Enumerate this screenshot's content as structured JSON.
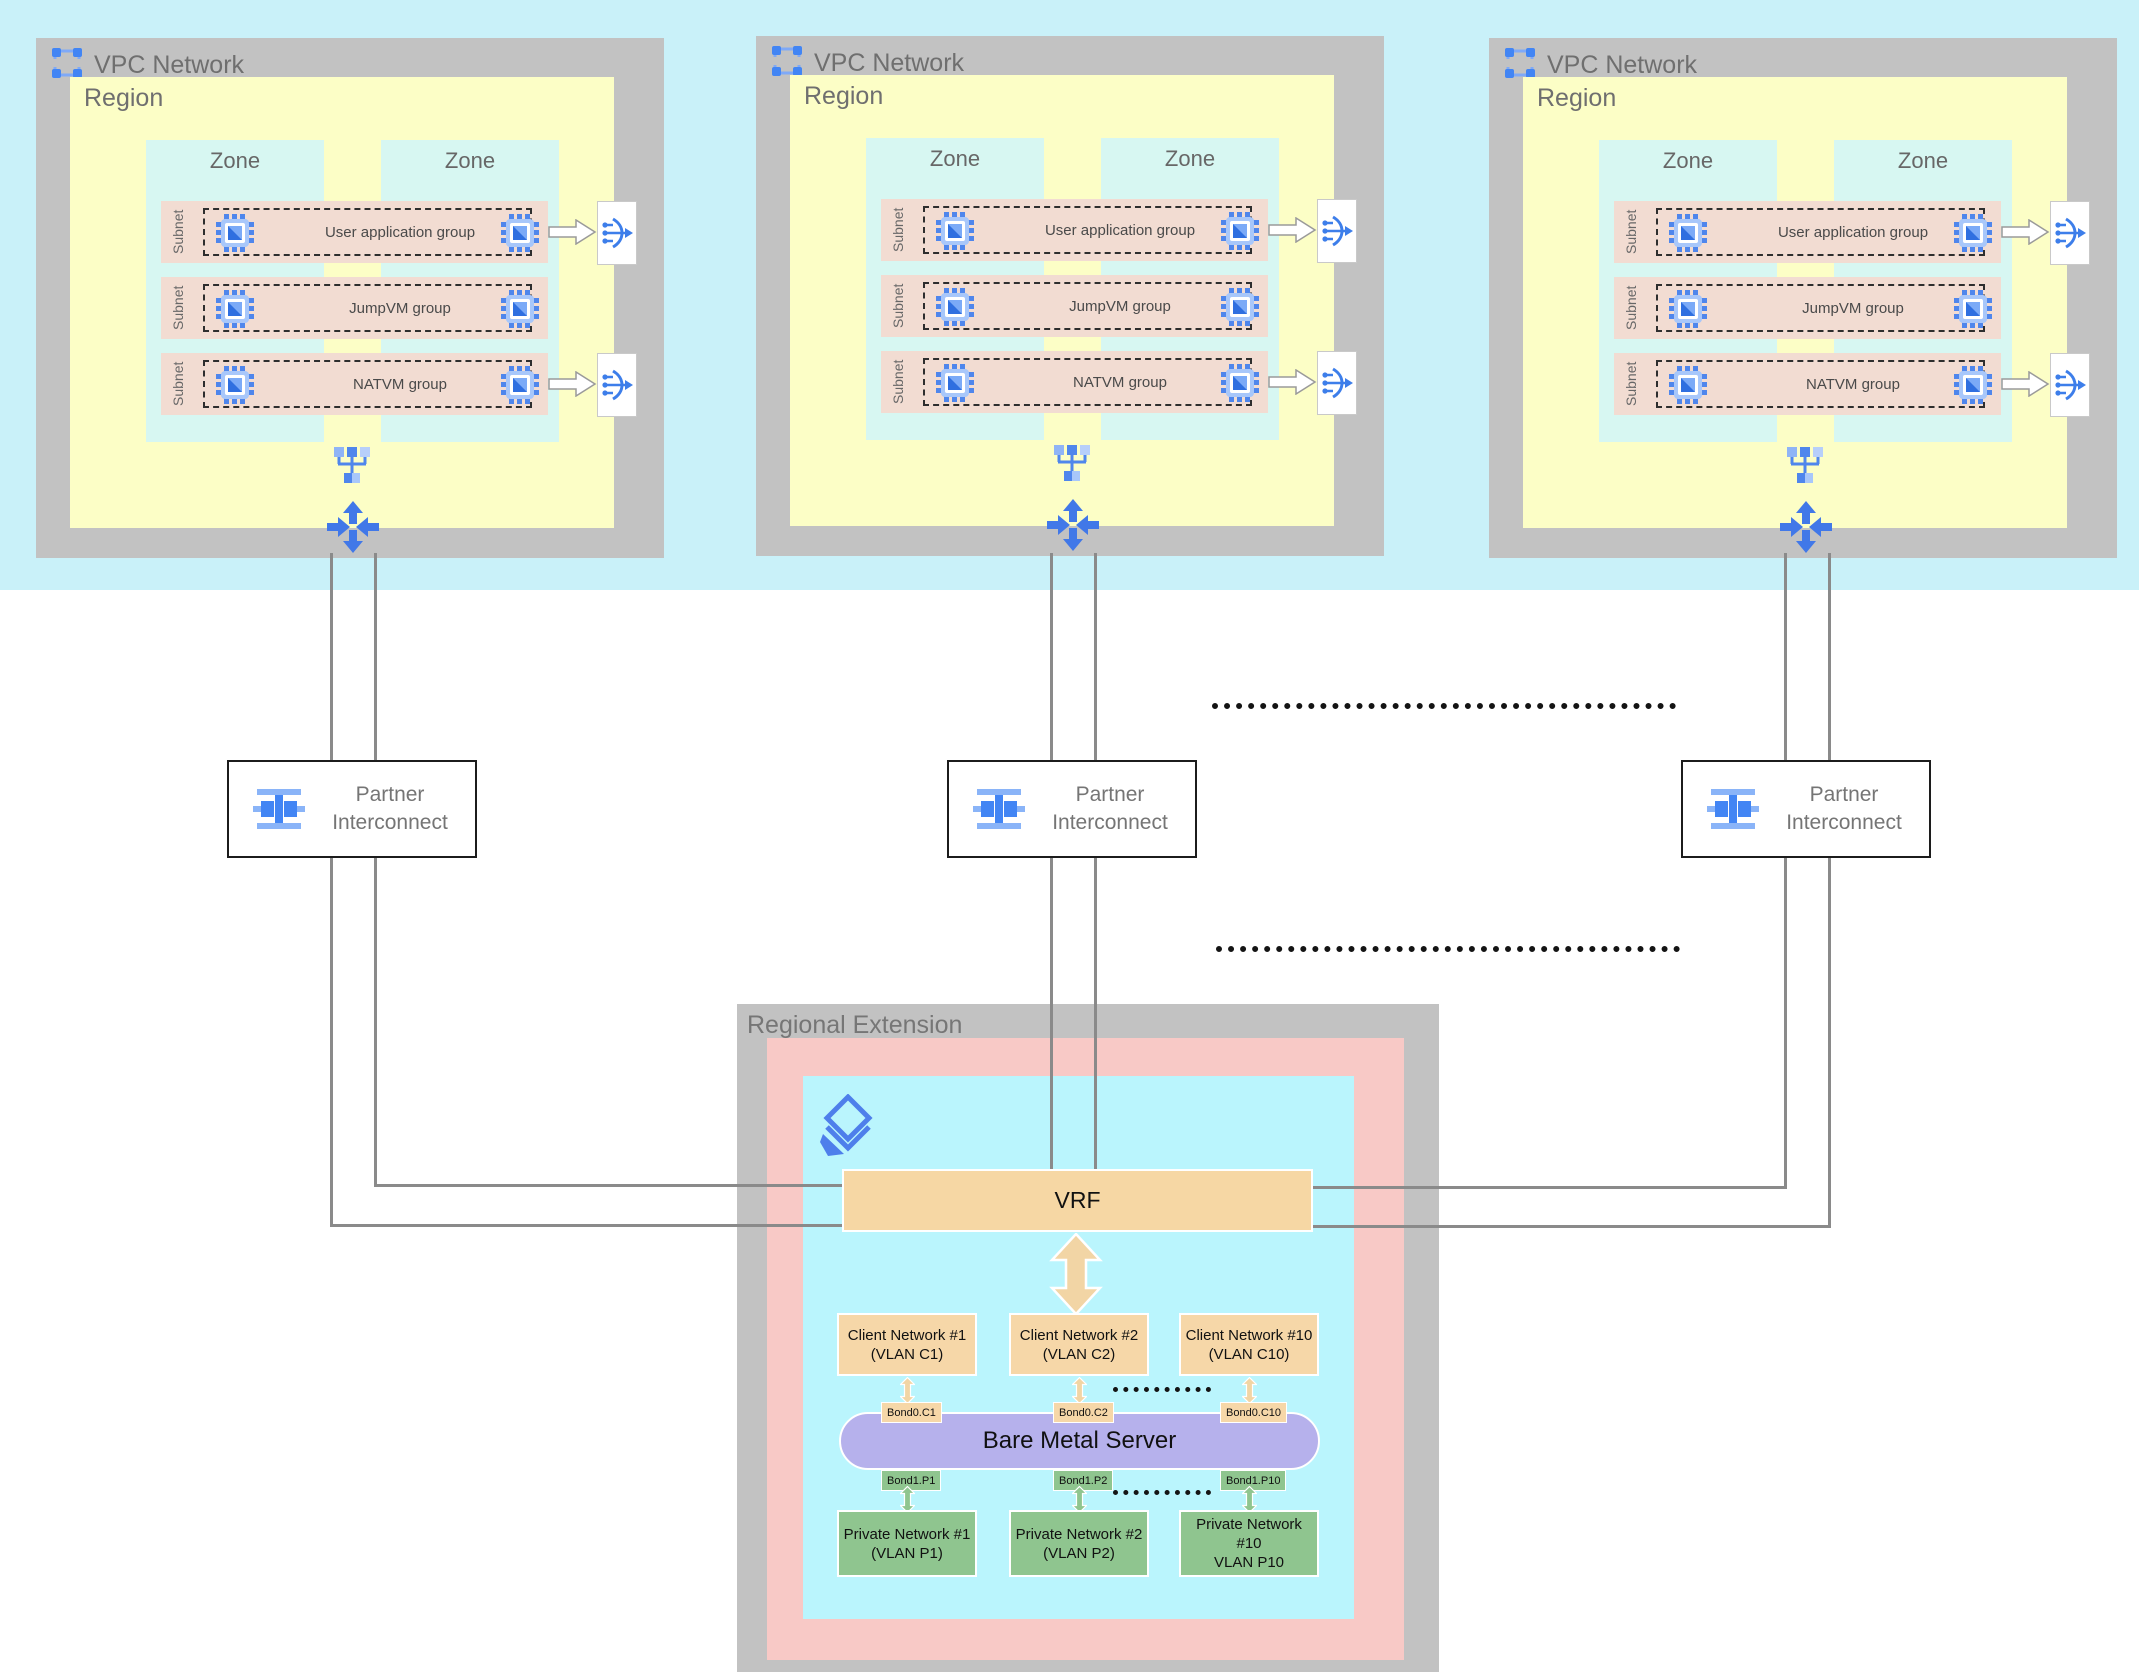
{
  "vpc": {
    "title": "VPC Network",
    "region": "Region",
    "zone": "Zone",
    "subnet": "Subnet",
    "groups": [
      "User application group",
      "JumpVM group",
      "NATVM group"
    ]
  },
  "pi": {
    "line1": "Partner",
    "line2": "Interconnect"
  },
  "re": {
    "title": "Regional Extension",
    "vrf": "VRF",
    "client_networks": [
      {
        "lines": [
          "Client Network #1",
          "(VLAN C1)"
        ]
      },
      {
        "lines": [
          "Client Network #2",
          "(VLAN C2)"
        ]
      },
      {
        "lines": [
          "Client Network #10",
          "(VLAN C10)"
        ]
      }
    ],
    "bond_top": [
      "Bond0.C1",
      "Bond0.C2",
      "Bond0.C10"
    ],
    "server": "Bare Metal Server",
    "bond_bottom": [
      "Bond1.P1",
      "Bond1.P2",
      "Bond1.P10"
    ],
    "private_networks": [
      {
        "lines": [
          "Private Network #1",
          "(VLAN P1)"
        ]
      },
      {
        "lines": [
          "Private Network #2",
          "(VLAN P2)"
        ]
      },
      {
        "lines": [
          "Private Network",
          "#10",
          "VLAN P10"
        ]
      }
    ]
  },
  "colors": {
    "accent_blue": "#4285f4",
    "light_blue": "#a8c7fa",
    "band_cyan": "#c9f1f9",
    "region_yellow": "#fcfec6",
    "zone_cyan": "#d7f7f2",
    "subnet_salmon": "#f2dcd2",
    "container_gray": "#c2c2c2",
    "re_pink": "#f8c9c6",
    "re_cyan": "#baf5fd",
    "vrf_tan": "#f6d7a4",
    "server_purple": "#b6b1ec",
    "private_green": "#8fc58f"
  }
}
